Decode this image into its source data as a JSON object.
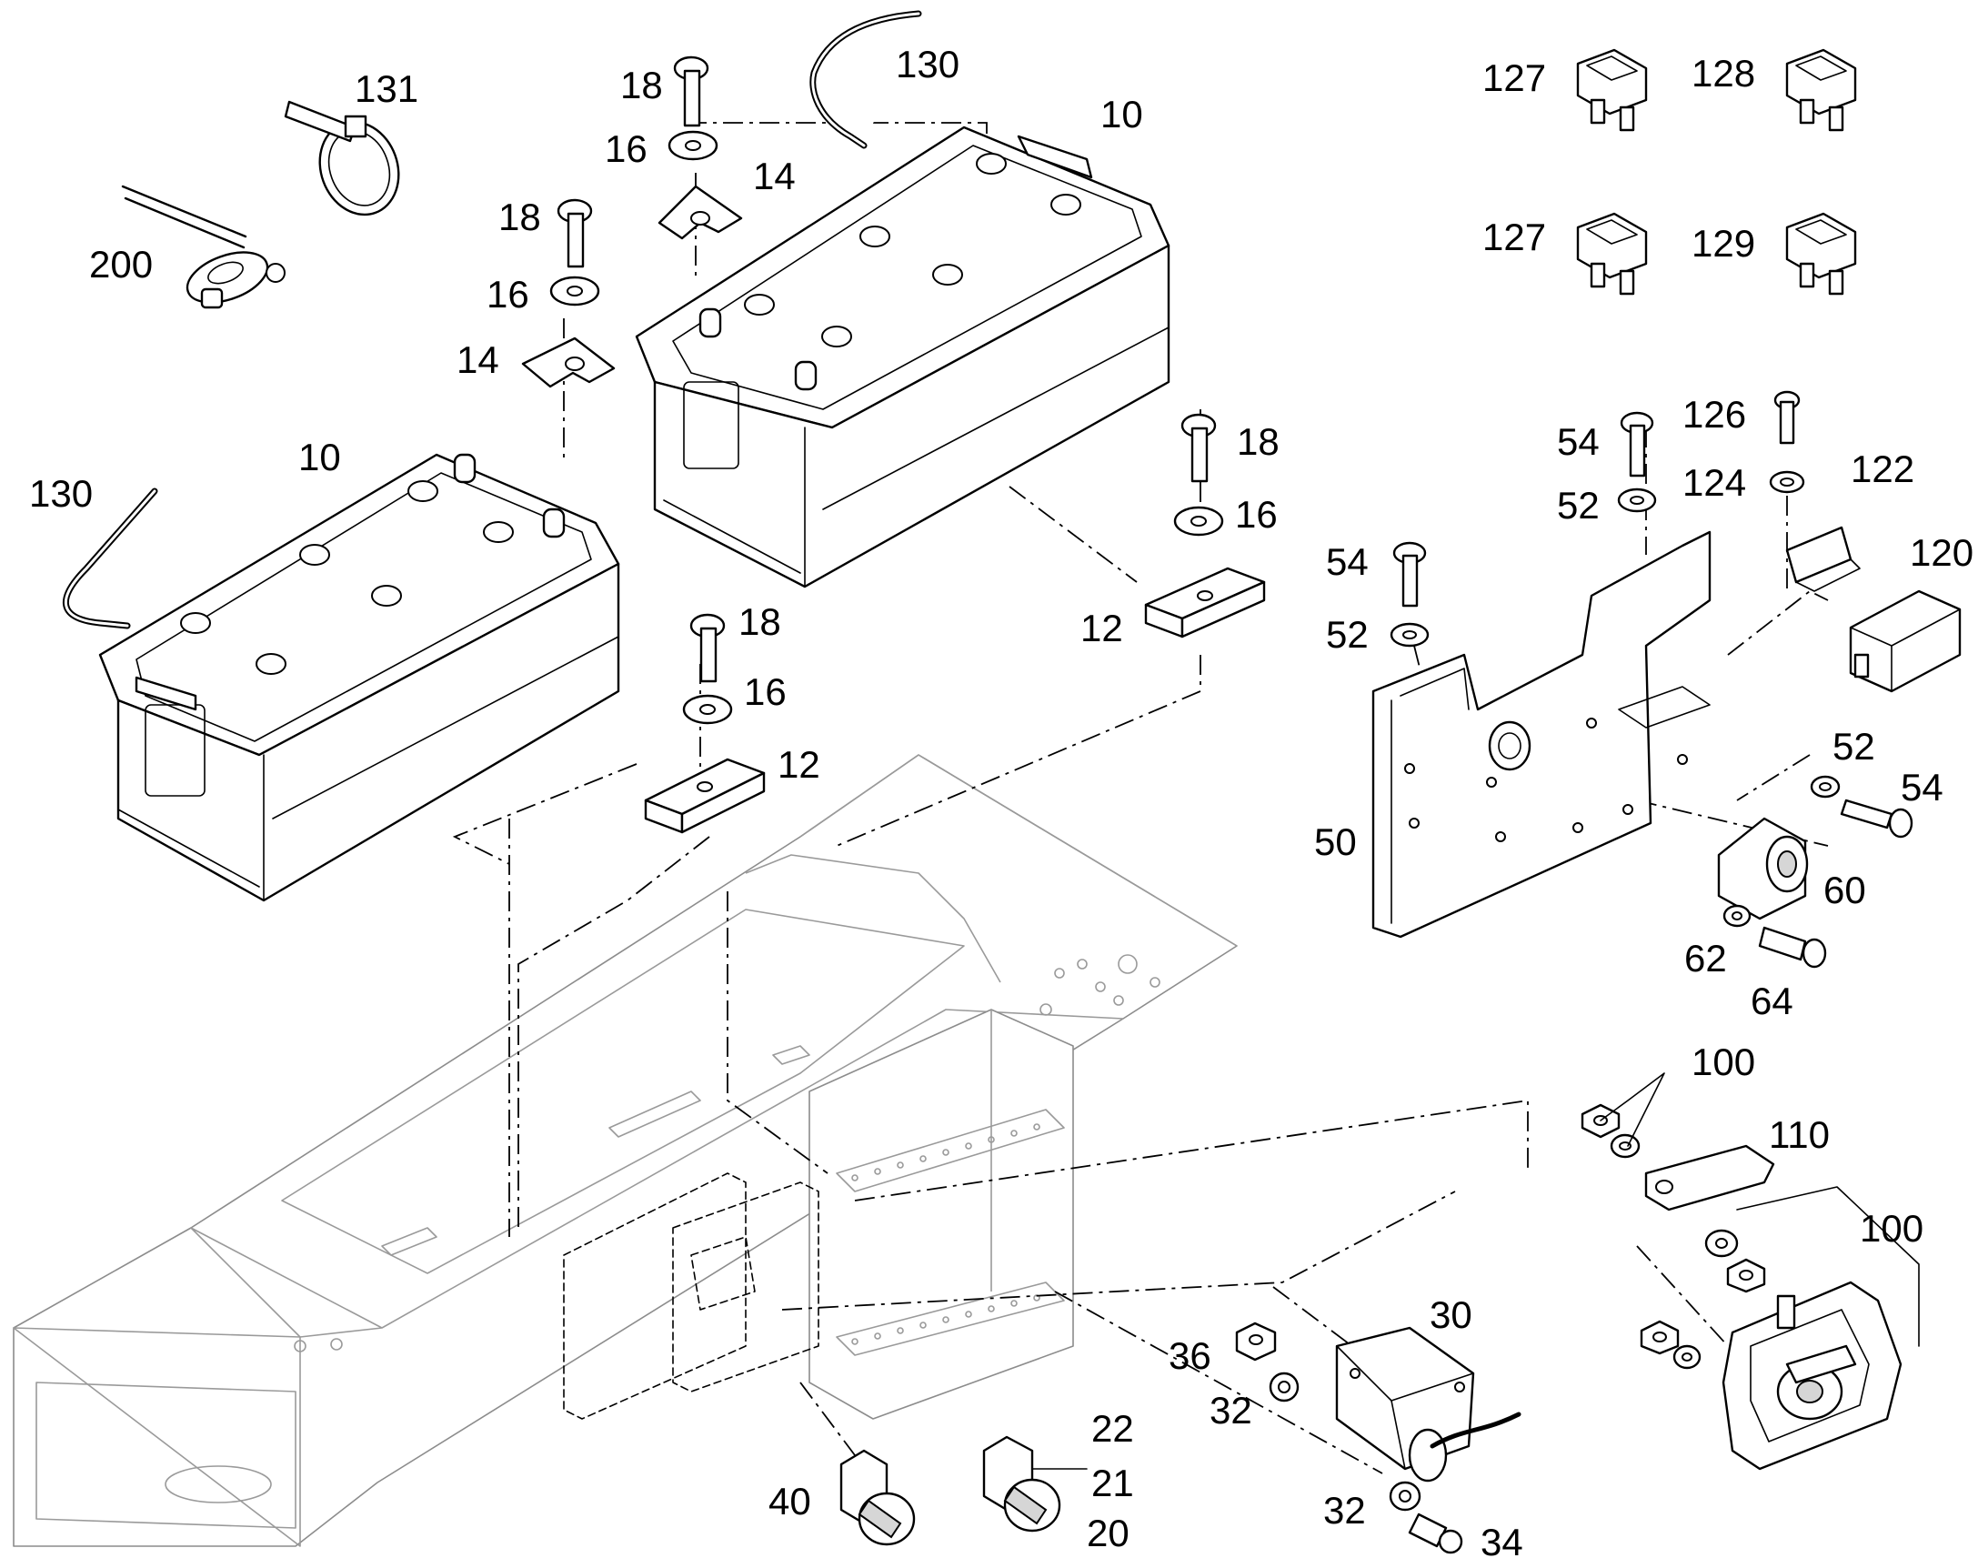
{
  "diagram": {
    "callouts": [
      {
        "id": "c131",
        "text": "131"
      },
      {
        "id": "c200",
        "text": "200"
      },
      {
        "id": "c18a",
        "text": "18"
      },
      {
        "id": "c16a",
        "text": "16"
      },
      {
        "id": "c14a",
        "text": "14"
      },
      {
        "id": "c130a",
        "text": "130"
      },
      {
        "id": "c10a",
        "text": "10"
      },
      {
        "id": "c18b",
        "text": "18"
      },
      {
        "id": "c16b",
        "text": "16"
      },
      {
        "id": "c14b",
        "text": "14"
      },
      {
        "id": "c10b",
        "text": "10"
      },
      {
        "id": "c130b",
        "text": "130"
      },
      {
        "id": "c18c",
        "text": "18"
      },
      {
        "id": "c16c",
        "text": "16"
      },
      {
        "id": "c12a",
        "text": "12"
      },
      {
        "id": "c18d",
        "text": "18"
      },
      {
        "id": "c16d",
        "text": "16"
      },
      {
        "id": "c12b",
        "text": "12"
      },
      {
        "id": "c127a",
        "text": "127"
      },
      {
        "id": "c128",
        "text": "128"
      },
      {
        "id": "c127b",
        "text": "127"
      },
      {
        "id": "c129",
        "text": "129"
      },
      {
        "id": "c54a",
        "text": "54"
      },
      {
        "id": "c52a",
        "text": "52"
      },
      {
        "id": "c126",
        "text": "126"
      },
      {
        "id": "c124",
        "text": "124"
      },
      {
        "id": "c122",
        "text": "122"
      },
      {
        "id": "c120",
        "text": "120"
      },
      {
        "id": "c54b",
        "text": "54"
      },
      {
        "id": "c52b",
        "text": "52"
      },
      {
        "id": "c50",
        "text": "50"
      },
      {
        "id": "c52c",
        "text": "52"
      },
      {
        "id": "c54c",
        "text": "54"
      },
      {
        "id": "c60",
        "text": "60"
      },
      {
        "id": "c62",
        "text": "62"
      },
      {
        "id": "c64",
        "text": "64"
      },
      {
        "id": "c100a",
        "text": "100"
      },
      {
        "id": "c110",
        "text": "110"
      },
      {
        "id": "c100b",
        "text": "100"
      },
      {
        "id": "c30",
        "text": "30"
      },
      {
        "id": "c36",
        "text": "36"
      },
      {
        "id": "c32a",
        "text": "32"
      },
      {
        "id": "c32b",
        "text": "32"
      },
      {
        "id": "c34",
        "text": "34"
      },
      {
        "id": "c22",
        "text": "22"
      },
      {
        "id": "c21",
        "text": "21"
      },
      {
        "id": "c20",
        "text": "20"
      },
      {
        "id": "c40",
        "text": "40"
      }
    ]
  }
}
